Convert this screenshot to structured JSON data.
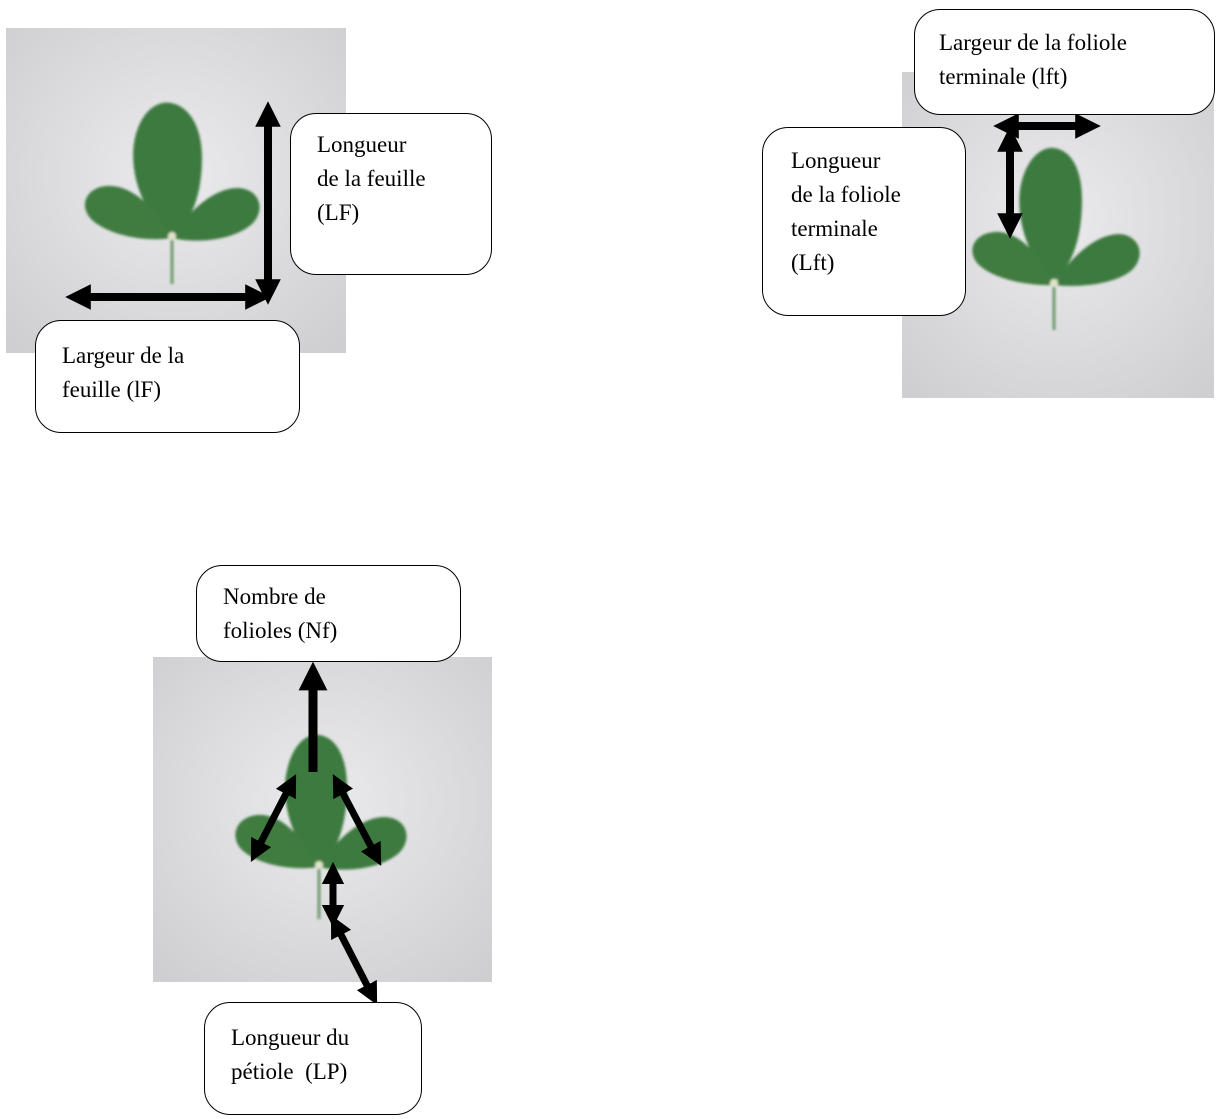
{
  "figures": [
    {
      "id": "leaf-length-width",
      "labels": {
        "leaf_length": [
          "Longueur",
          "de la feuille",
          "(LF)"
        ],
        "leaf_width": [
          "Largeur de la",
          "feuille (lF)"
        ]
      }
    },
    {
      "id": "terminal-leaflet",
      "labels": {
        "terminal_leaflet_width": [
          "Largeur de la foliole",
          "terminale (lft)"
        ],
        "terminal_leaflet_length": [
          "Longueur",
          "de la foliole",
          "terminale",
          "(Lft)"
        ]
      }
    },
    {
      "id": "leaflets-petiole",
      "labels": {
        "leaflet_count": [
          "Nombre de",
          "folioles (Nf)"
        ],
        "petiole_length": [
          "Longueur du",
          "pétiole  (LP)"
        ]
      }
    }
  ],
  "colors": {
    "leaf": "#3f7a3e",
    "leaf_dark": "#2d5e2f",
    "background": "#dcdcde",
    "arrow": "#000000"
  }
}
